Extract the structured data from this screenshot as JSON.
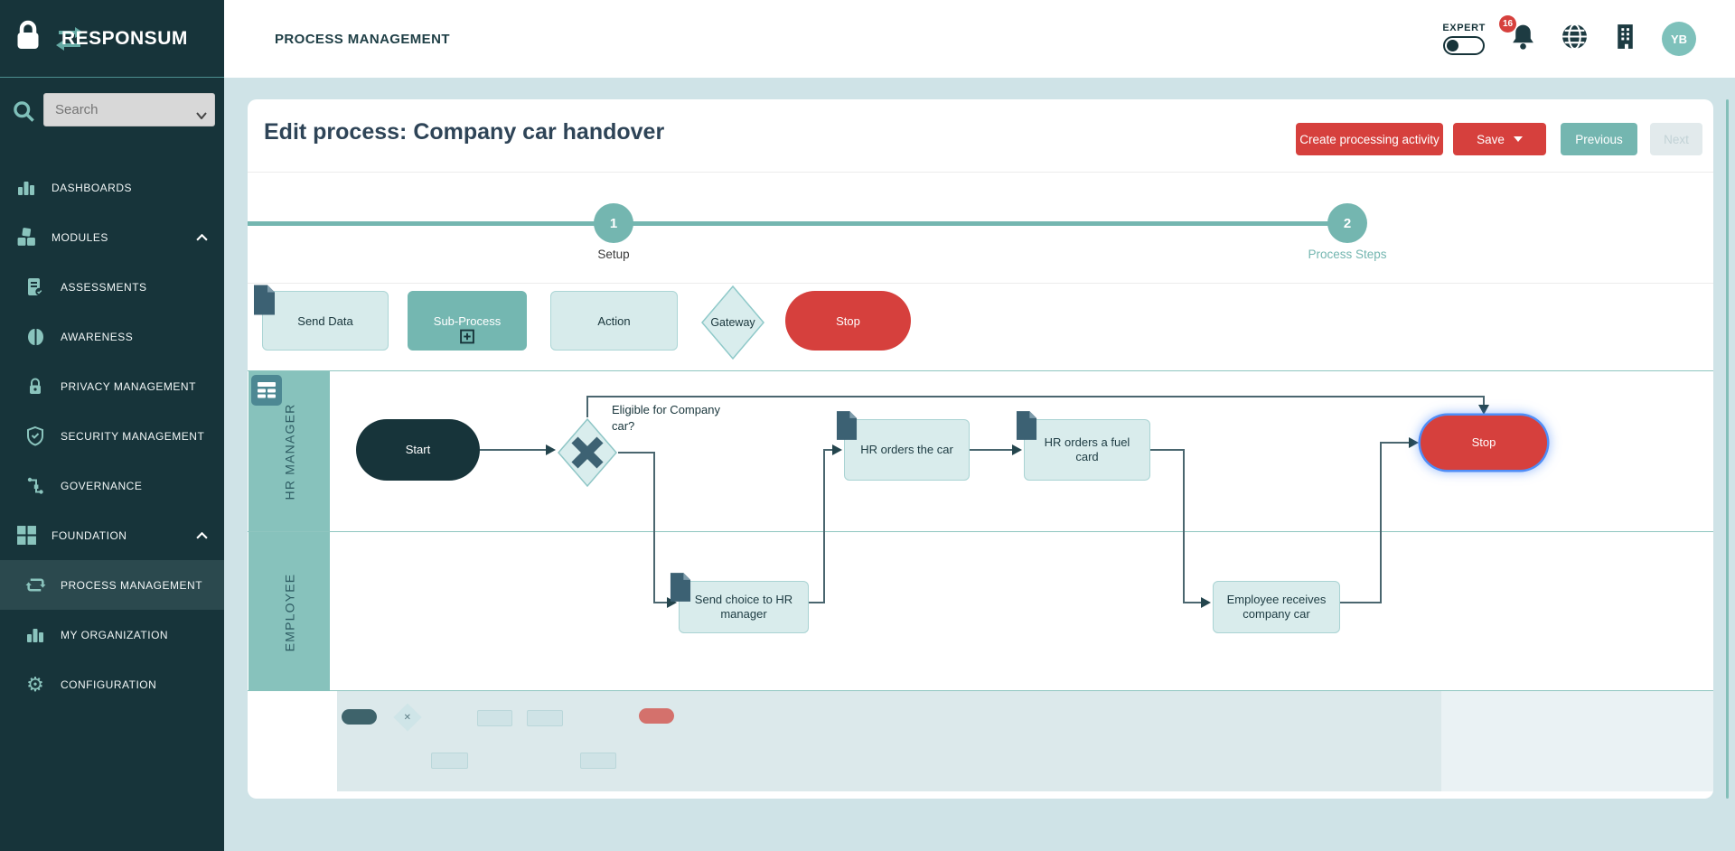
{
  "logo": {
    "brand": "RESPONSUM"
  },
  "sidebar": {
    "search_placeholder": "Search",
    "items": [
      {
        "label": "DASHBOARDS",
        "icon": "bar-chart-icon",
        "sub": false
      },
      {
        "label": "MODULES",
        "icon": "cubes-icon",
        "sub": false,
        "expanded": true
      },
      {
        "label": "ASSESSMENTS",
        "icon": "clipboard-check-icon",
        "sub": true
      },
      {
        "label": "AWARENESS",
        "icon": "brain-icon",
        "sub": true
      },
      {
        "label": "PRIVACY MANAGEMENT",
        "icon": "lock-icon",
        "sub": true
      },
      {
        "label": "SECURITY MANAGEMENT",
        "icon": "shield-icon",
        "sub": true
      },
      {
        "label": "GOVERNANCE",
        "icon": "flow-icon",
        "sub": true
      },
      {
        "label": "FOUNDATION",
        "icon": "grid-icon",
        "sub": false,
        "expanded": true
      },
      {
        "label": "PROCESS MANAGEMENT",
        "icon": "loop-icon",
        "sub": true,
        "active": true
      },
      {
        "label": "MY ORGANIZATION",
        "icon": "bar-chart-icon",
        "sub": true
      },
      {
        "label": "CONFIGURATION",
        "icon": "gear-icon",
        "sub": true
      }
    ]
  },
  "topbar": {
    "title": "PROCESS MANAGEMENT",
    "expert_label": "EXPERT",
    "expert_toggle_on": false,
    "notification_count": "16",
    "avatar_initials": "YB"
  },
  "page": {
    "title": "Edit process: Company car handover",
    "actions": {
      "create": "Create processing activity",
      "save": "Save",
      "previous": "Previous",
      "next": "Next",
      "next_enabled": false
    }
  },
  "stepper": {
    "steps": [
      {
        "number": "1",
        "label": "Setup",
        "state": "complete"
      },
      {
        "number": "2",
        "label": "Process Steps",
        "state": "current"
      }
    ]
  },
  "palette": {
    "items": [
      {
        "label": "Send Data",
        "type": "send-data"
      },
      {
        "label": "Sub-Process",
        "type": "sub-process"
      },
      {
        "label": "Action",
        "type": "action"
      },
      {
        "label": "Gateway",
        "type": "gateway"
      },
      {
        "label": "Stop",
        "type": "stop"
      }
    ]
  },
  "diagram": {
    "lanes": [
      {
        "label": "HR MANAGER"
      },
      {
        "label": "EMPLOYEE"
      }
    ],
    "nodes": {
      "start": "Start",
      "gateway_question": "Eligible for Company car?",
      "task_order_car": "HR orders the car",
      "task_order_fuel_card": "HR orders a fuel card",
      "stop": "Stop",
      "task_send_choice": "Send choice to HR manager",
      "task_receive_car": "Employee receives company car"
    },
    "selected_node": "stop"
  },
  "icons": {
    "lock": "padlock shape",
    "refresh": "cycle arrows",
    "search": "magnifier",
    "bell": "notification bell",
    "globe": "world globe",
    "building": "office building",
    "gear": "⚙",
    "document": "page with folded corner",
    "table": "lane table grid",
    "plus_box": "square with plus",
    "chevron_up": "⌃",
    "chevron_down": "⌄",
    "gateway_x": "diagonal cross"
  },
  "colors": {
    "sidebar_dark": "#17343A",
    "accent_teal": "#74B6B0",
    "icon_teal": "#8AC4BD",
    "light_teal_fill": "#D9ECEC",
    "red": "#D6403D",
    "selection_blue": "#4F8DF7",
    "page_bg": "#CFE3E7",
    "lane_header": "#87C2BC",
    "minimap_bg": "#DCE9EB",
    "doc_icon": "#3C6173",
    "edge": "#4A666F"
  }
}
